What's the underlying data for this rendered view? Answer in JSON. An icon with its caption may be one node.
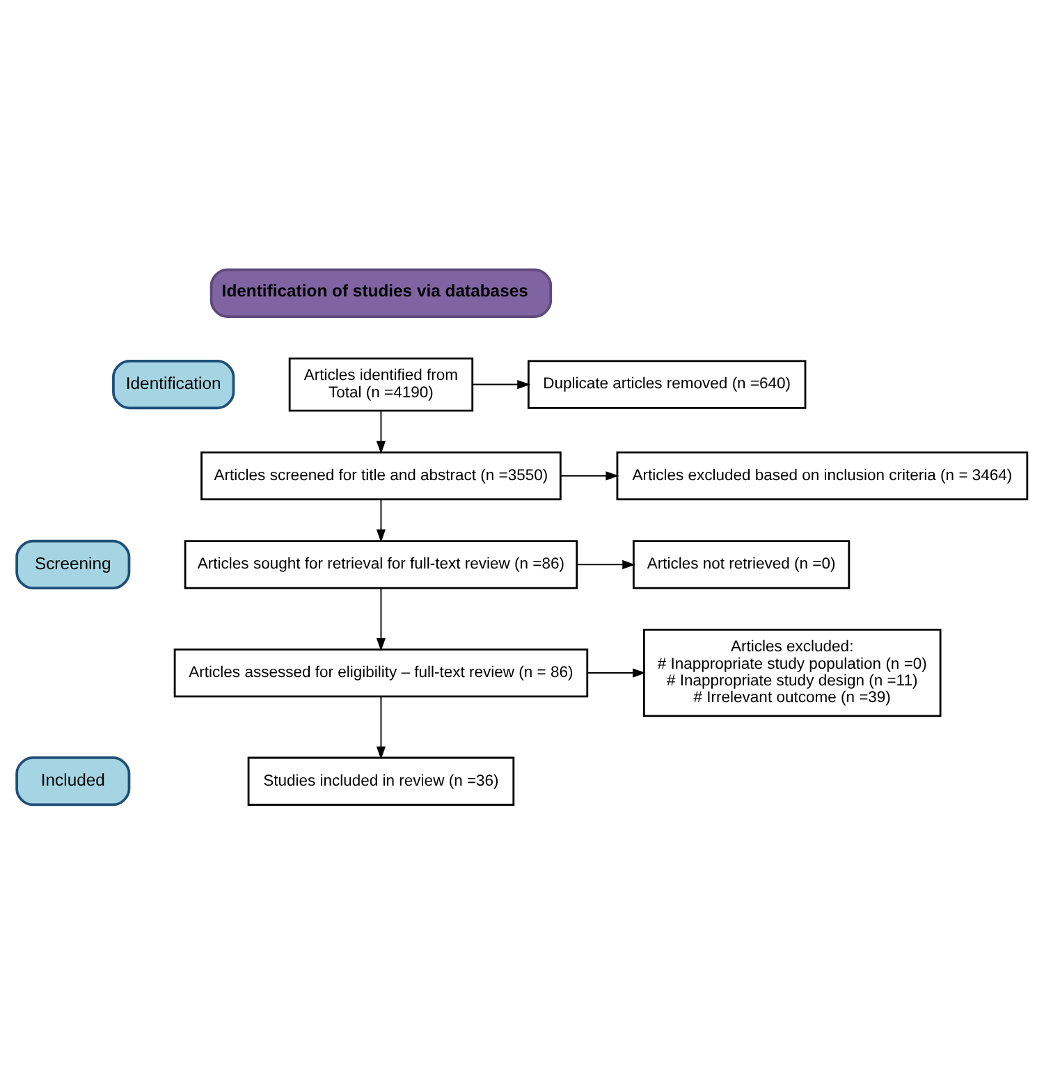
{
  "diagram": {
    "nodes": [
      {
        "text": [
          "Identification of studies via databases"
        ]
      },
      {
        "text": [
          "Identification"
        ]
      },
      {
        "text": [
          "Screening"
        ]
      },
      {
        "text": [
          "Included"
        ]
      },
      {
        "text": [
          "Articles identified from",
          "Total (n =4190)"
        ]
      },
      {
        "text": [
          "Duplicate articles removed (n =640)"
        ]
      },
      {
        "text": [
          "Articles screened for title and abstract (n =3550)"
        ]
      },
      {
        "text": [
          "Articles excluded based on inclusion criteria (n = 3464)"
        ]
      },
      {
        "text": [
          "Articles sought for retrieval for full-text review (n =86)"
        ]
      },
      {
        "text": [
          "Articles not retrieved (n =0)"
        ]
      },
      {
        "text": [
          "Articles assessed for eligibility – full-text review (n = 86)"
        ]
      },
      {
        "text": [
          "Articles excluded:",
          "# Inappropriate study population (n =0)",
          "# Inappropriate study design (n =11)",
          "# Irrelevant outcome (n =39)"
        ]
      },
      {
        "text": [
          "Studies included in review (n =36)"
        ]
      }
    ],
    "edges": [
      {
        "from": 4,
        "to": 5,
        "arrow": "to"
      },
      {
        "from": 4,
        "to": 6,
        "arrow": "to"
      },
      {
        "from": 6,
        "to": 7,
        "arrow": "to"
      },
      {
        "from": 6,
        "to": 8,
        "arrow": "to"
      },
      {
        "from": 8,
        "to": 9,
        "arrow": "to"
      },
      {
        "from": 8,
        "to": 10,
        "arrow": "to"
      },
      {
        "from": 10,
        "to": 11,
        "arrow": "to"
      },
      {
        "from": 10,
        "to": 12,
        "arrow": "to"
      }
    ]
  }
}
